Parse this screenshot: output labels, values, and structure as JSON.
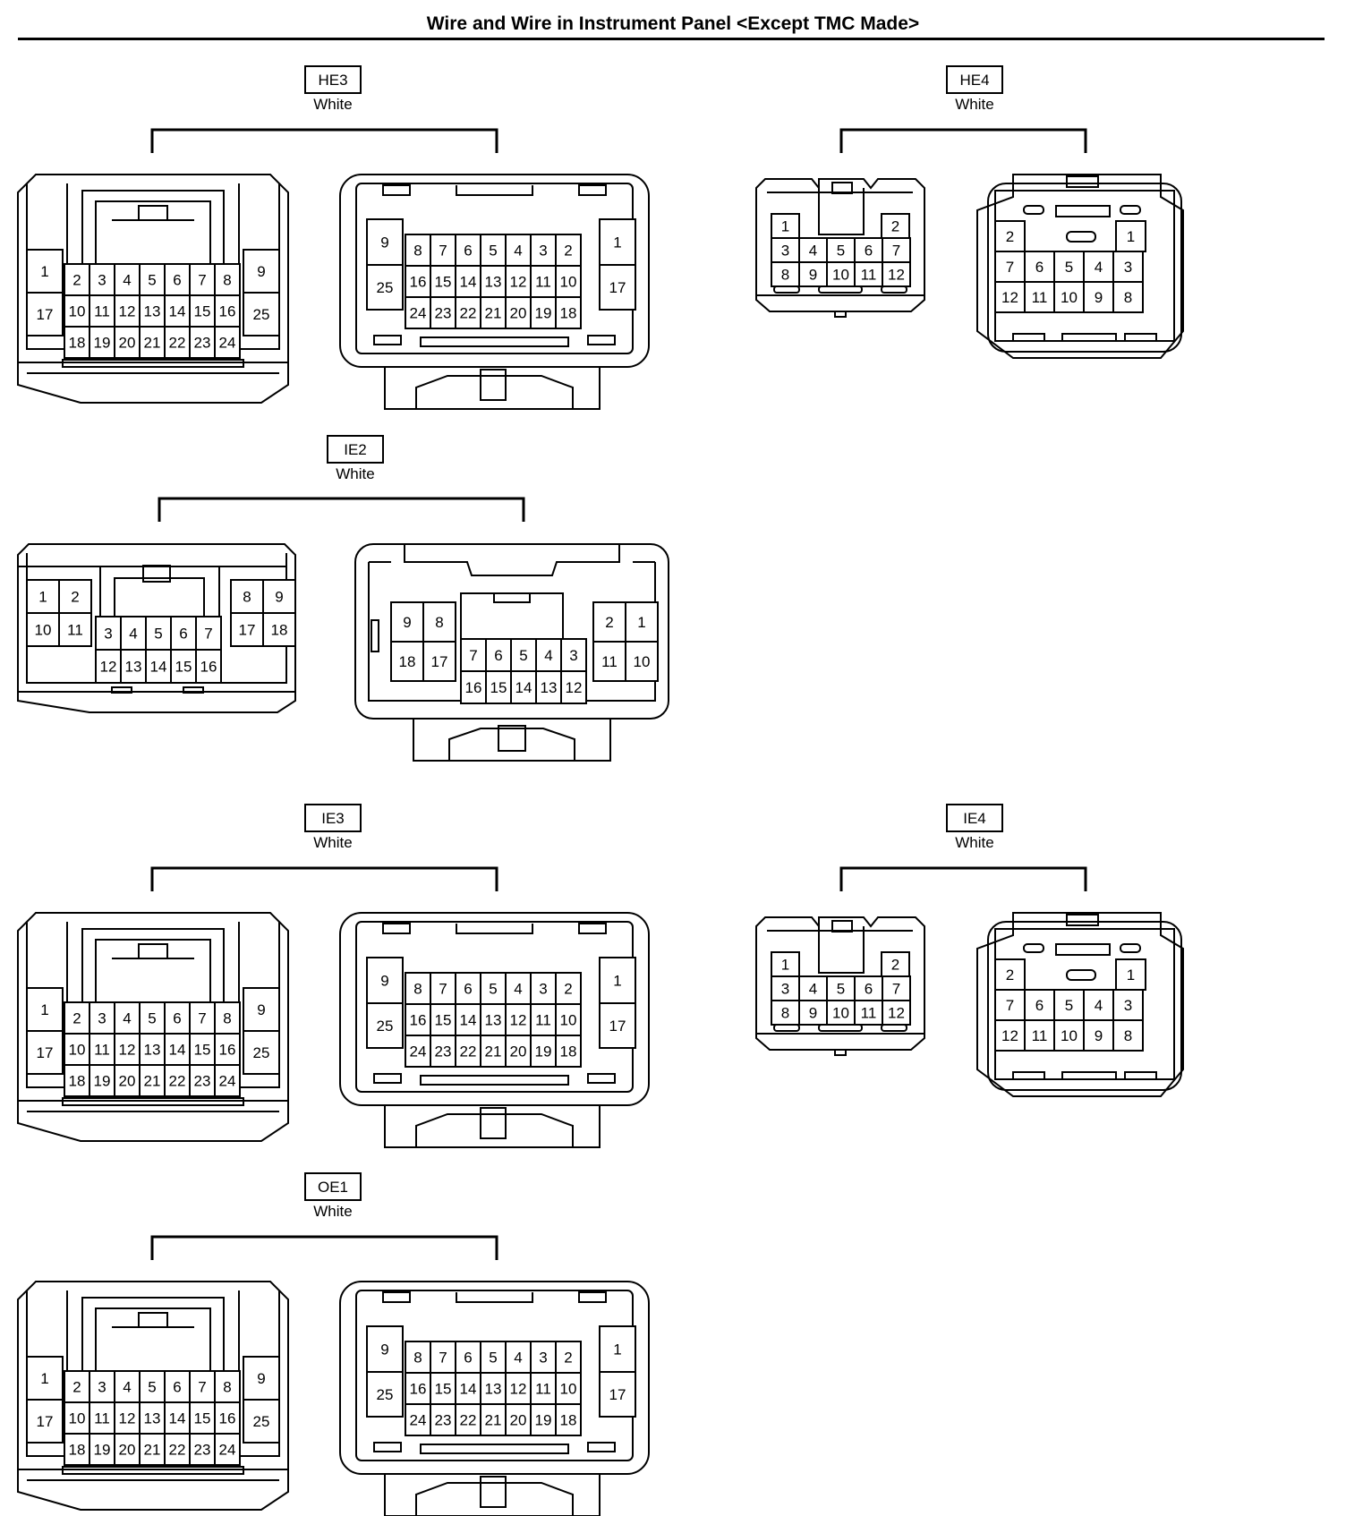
{
  "page_title": "Wire and Wire in Instrument Panel <Except TMC Made>",
  "connectors": [
    {
      "id": "HE3",
      "color": "White",
      "type": "25pin",
      "male": {
        "cells": [
          {
            "n": "1"
          },
          {
            "n": "17"
          },
          {
            "n": "9"
          },
          {
            "n": "25"
          },
          {
            "n": "2"
          },
          {
            "n": "3"
          },
          {
            "n": "4"
          },
          {
            "n": "5"
          },
          {
            "n": "6"
          },
          {
            "n": "7"
          },
          {
            "n": "8"
          },
          {
            "n": "10"
          },
          {
            "n": "11"
          },
          {
            "n": "12"
          },
          {
            "n": "13"
          },
          {
            "n": "14"
          },
          {
            "n": "15"
          },
          {
            "n": "16"
          },
          {
            "n": "18"
          },
          {
            "n": "19"
          },
          {
            "n": "20"
          },
          {
            "n": "21"
          },
          {
            "n": "22"
          },
          {
            "n": "23"
          },
          {
            "n": "24"
          }
        ]
      },
      "female": {
        "cells": [
          {
            "n": "9"
          },
          {
            "n": "25"
          },
          {
            "n": "1"
          },
          {
            "n": "17"
          },
          {
            "n": "8"
          },
          {
            "n": "7"
          },
          {
            "n": "6"
          },
          {
            "n": "5"
          },
          {
            "n": "4"
          },
          {
            "n": "3"
          },
          {
            "n": "2"
          },
          {
            "n": "16"
          },
          {
            "n": "15"
          },
          {
            "n": "14"
          },
          {
            "n": "13"
          },
          {
            "n": "12"
          },
          {
            "n": "11"
          },
          {
            "n": "10"
          },
          {
            "n": "24"
          },
          {
            "n": "23"
          },
          {
            "n": "22"
          },
          {
            "n": "21"
          },
          {
            "n": "20"
          },
          {
            "n": "19"
          },
          {
            "n": "18"
          }
        ]
      }
    },
    {
      "id": "HE4",
      "color": "White",
      "type": "12pin",
      "male": {
        "cells": [
          {
            "n": "1"
          },
          {
            "n": "2"
          },
          {
            "n": "3"
          },
          {
            "n": "4"
          },
          {
            "n": "5"
          },
          {
            "n": "6"
          },
          {
            "n": "7"
          },
          {
            "n": "8"
          },
          {
            "n": "9"
          },
          {
            "n": "10"
          },
          {
            "n": "11"
          },
          {
            "n": "12"
          }
        ]
      },
      "female": {
        "cells": [
          {
            "n": "2"
          },
          {
            "n": "1"
          },
          {
            "n": "7"
          },
          {
            "n": "6"
          },
          {
            "n": "5"
          },
          {
            "n": "4"
          },
          {
            "n": "3"
          },
          {
            "n": "12"
          },
          {
            "n": "11"
          },
          {
            "n": "10"
          },
          {
            "n": "9"
          },
          {
            "n": "8"
          }
        ]
      }
    },
    {
      "id": "IE2",
      "color": "White",
      "type": "18pin",
      "male": {
        "cells": [
          {
            "n": "1"
          },
          {
            "n": "2"
          },
          {
            "n": "10"
          },
          {
            "n": "11"
          },
          {
            "n": "3"
          },
          {
            "n": "4"
          },
          {
            "n": "5"
          },
          {
            "n": "6"
          },
          {
            "n": "7"
          },
          {
            "n": "12"
          },
          {
            "n": "13"
          },
          {
            "n": "14"
          },
          {
            "n": "15"
          },
          {
            "n": "16"
          },
          {
            "n": "8"
          },
          {
            "n": "9"
          },
          {
            "n": "17"
          },
          {
            "n": "18"
          }
        ]
      },
      "female": {
        "cells": [
          {
            "n": "9"
          },
          {
            "n": "8"
          },
          {
            "n": "18"
          },
          {
            "n": "17"
          },
          {
            "n": "7"
          },
          {
            "n": "6"
          },
          {
            "n": "5"
          },
          {
            "n": "4"
          },
          {
            "n": "3"
          },
          {
            "n": "16"
          },
          {
            "n": "15"
          },
          {
            "n": "14"
          },
          {
            "n": "13"
          },
          {
            "n": "12"
          },
          {
            "n": "2"
          },
          {
            "n": "1"
          },
          {
            "n": "11"
          },
          {
            "n": "10"
          }
        ]
      }
    },
    {
      "id": "IE3",
      "color": "White",
      "type": "25pin",
      "male": {
        "cells": [
          {
            "n": "1"
          },
          {
            "n": "17"
          },
          {
            "n": "9"
          },
          {
            "n": "25"
          },
          {
            "n": "2"
          },
          {
            "n": "3"
          },
          {
            "n": "4"
          },
          {
            "n": "5"
          },
          {
            "n": "6"
          },
          {
            "n": "7"
          },
          {
            "n": "8"
          },
          {
            "n": "10"
          },
          {
            "n": "11"
          },
          {
            "n": "12"
          },
          {
            "n": "13"
          },
          {
            "n": "14"
          },
          {
            "n": "15"
          },
          {
            "n": "16"
          },
          {
            "n": "18"
          },
          {
            "n": "19"
          },
          {
            "n": "20"
          },
          {
            "n": "21"
          },
          {
            "n": "22"
          },
          {
            "n": "23"
          },
          {
            "n": "24"
          }
        ]
      },
      "female": {
        "cells": [
          {
            "n": "9"
          },
          {
            "n": "25"
          },
          {
            "n": "1"
          },
          {
            "n": "17"
          },
          {
            "n": "8"
          },
          {
            "n": "7"
          },
          {
            "n": "6"
          },
          {
            "n": "5"
          },
          {
            "n": "4"
          },
          {
            "n": "3"
          },
          {
            "n": "2"
          },
          {
            "n": "16"
          },
          {
            "n": "15"
          },
          {
            "n": "14"
          },
          {
            "n": "13"
          },
          {
            "n": "12"
          },
          {
            "n": "11"
          },
          {
            "n": "10"
          },
          {
            "n": "24"
          },
          {
            "n": "23"
          },
          {
            "n": "22"
          },
          {
            "n": "21"
          },
          {
            "n": "20"
          },
          {
            "n": "19"
          },
          {
            "n": "18"
          }
        ]
      }
    },
    {
      "id": "IE4",
      "color": "White",
      "type": "12pin",
      "male": {
        "cells": [
          {
            "n": "1"
          },
          {
            "n": "2"
          },
          {
            "n": "3"
          },
          {
            "n": "4"
          },
          {
            "n": "5"
          },
          {
            "n": "6"
          },
          {
            "n": "7"
          },
          {
            "n": "8"
          },
          {
            "n": "9"
          },
          {
            "n": "10"
          },
          {
            "n": "11"
          },
          {
            "n": "12"
          }
        ]
      },
      "female": {
        "cells": [
          {
            "n": "2"
          },
          {
            "n": "1"
          },
          {
            "n": "7"
          },
          {
            "n": "6"
          },
          {
            "n": "5"
          },
          {
            "n": "4"
          },
          {
            "n": "3"
          },
          {
            "n": "12"
          },
          {
            "n": "11"
          },
          {
            "n": "10"
          },
          {
            "n": "9"
          },
          {
            "n": "8"
          }
        ]
      }
    },
    {
      "id": "OE1",
      "color": "White",
      "type": "25pin",
      "male": {
        "cells": [
          {
            "n": "1"
          },
          {
            "n": "17"
          },
          {
            "n": "9"
          },
          {
            "n": "25"
          },
          {
            "n": "2"
          },
          {
            "n": "3"
          },
          {
            "n": "4"
          },
          {
            "n": "5"
          },
          {
            "n": "6"
          },
          {
            "n": "7"
          },
          {
            "n": "8"
          },
          {
            "n": "10"
          },
          {
            "n": "11"
          },
          {
            "n": "12"
          },
          {
            "n": "13"
          },
          {
            "n": "14"
          },
          {
            "n": "15"
          },
          {
            "n": "16"
          },
          {
            "n": "18"
          },
          {
            "n": "19"
          },
          {
            "n": "20"
          },
          {
            "n": "21"
          },
          {
            "n": "22"
          },
          {
            "n": "23"
          },
          {
            "n": "24"
          }
        ]
      },
      "female": {
        "cells": [
          {
            "n": "9"
          },
          {
            "n": "25"
          },
          {
            "n": "1"
          },
          {
            "n": "17"
          },
          {
            "n": "8"
          },
          {
            "n": "7"
          },
          {
            "n": "6"
          },
          {
            "n": "5"
          },
          {
            "n": "4"
          },
          {
            "n": "3"
          },
          {
            "n": "2"
          },
          {
            "n": "16"
          },
          {
            "n": "15"
          },
          {
            "n": "14"
          },
          {
            "n": "13"
          },
          {
            "n": "12"
          },
          {
            "n": "11"
          },
          {
            "n": "10"
          },
          {
            "n": "24"
          },
          {
            "n": "23"
          },
          {
            "n": "22"
          },
          {
            "n": "21"
          },
          {
            "n": "20"
          },
          {
            "n": "19"
          },
          {
            "n": "18"
          }
        ]
      }
    }
  ]
}
